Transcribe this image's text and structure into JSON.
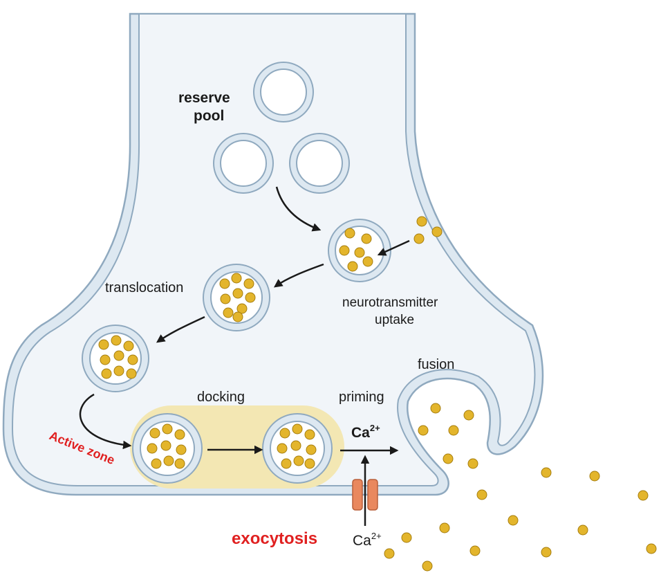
{
  "labels": {
    "reserve_line1": "reserve",
    "reserve_line2": "pool",
    "translocation": "translocation",
    "uptake_line1": "neurotransmitter",
    "uptake_line2": "uptake",
    "docking": "docking",
    "priming": "priming",
    "fusion": "fusion",
    "active_zone": "Active zone",
    "exocytosis": "exocytosis",
    "ca_top_base": "Ca",
    "ca_top_sup": "2+",
    "ca_bottom_base": "Ca",
    "ca_bottom_sup": "2+"
  },
  "colors": {
    "membrane_fill": "#dde8f1",
    "membrane_stroke": "#8fa9bf",
    "cytoplasm": "#f1f5f9",
    "vesicle_lumen": "#ffffff",
    "transmitter": "#e3b52c",
    "transmitter_edge": "#a57d0e",
    "active_zone": "#f3e7b3",
    "channel": "#e9885e",
    "arrow": "#1a1a1a",
    "red_text": "#e02020"
  }
}
